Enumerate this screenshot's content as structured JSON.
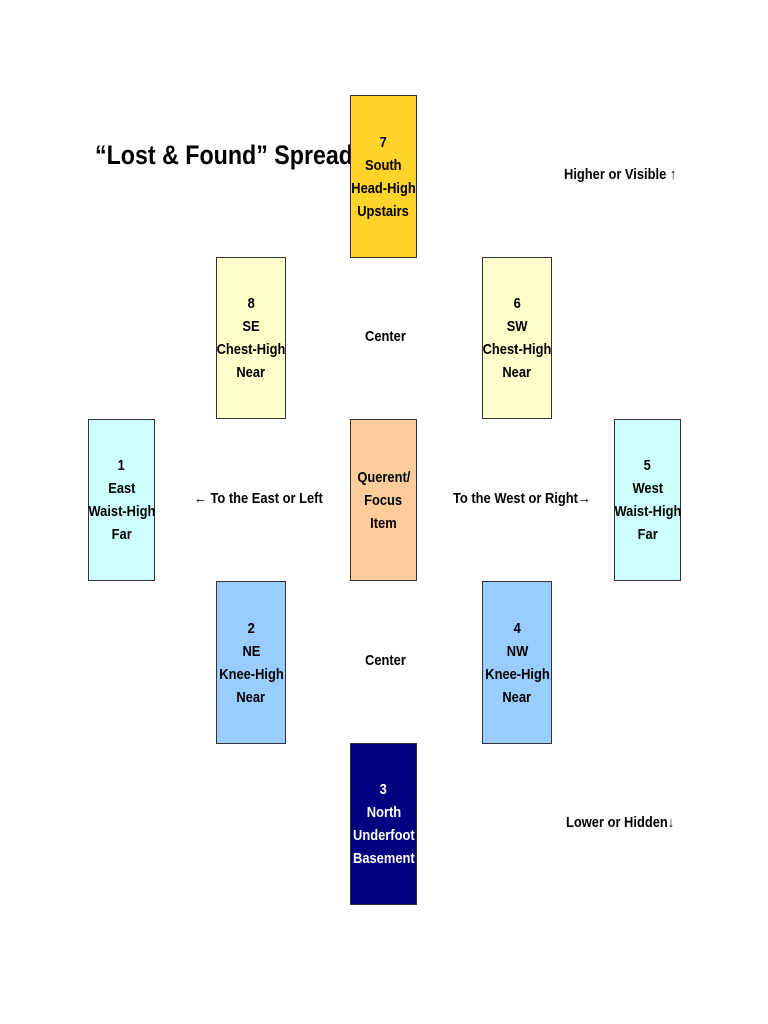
{
  "title": "“Lost & Found” Spread",
  "labels": {
    "higher": "Higher or Visible ↑",
    "lower": "Lower or Hidden↓",
    "center_top": "Center",
    "center_bottom": "Center",
    "to_east": "← To the East or Left",
    "to_west": "To the West or Right→"
  },
  "cards": [
    {
      "lines": [
        "7",
        "South",
        "Head-High",
        "Upstairs"
      ],
      "color": "#ffd42a"
    },
    {
      "lines": [
        "8",
        "SE",
        "Chest-High",
        "Near"
      ],
      "color": "#ffffcc"
    },
    {
      "lines": [
        "6",
        "SW",
        "Chest-High",
        "Near"
      ],
      "color": "#ffffcc"
    },
    {
      "lines": [
        "1",
        "East",
        "Waist-High",
        "Far"
      ],
      "color": "#ccffff"
    },
    {
      "lines": [
        "Querent/",
        "Focus",
        "Item"
      ],
      "color": "#ffcc99"
    },
    {
      "lines": [
        "5",
        "West",
        "Waist-High",
        "Far"
      ],
      "color": "#ccffff"
    },
    {
      "lines": [
        "2",
        "NE",
        "Knee-High",
        "Near"
      ],
      "color": "#99ccff"
    },
    {
      "lines": [
        "4",
        "NW",
        "Knee-High",
        "Near"
      ],
      "color": "#99ccff"
    },
    {
      "lines": [
        "3",
        "North",
        "Underfoot",
        "Basement"
      ],
      "color": "#000080"
    }
  ]
}
